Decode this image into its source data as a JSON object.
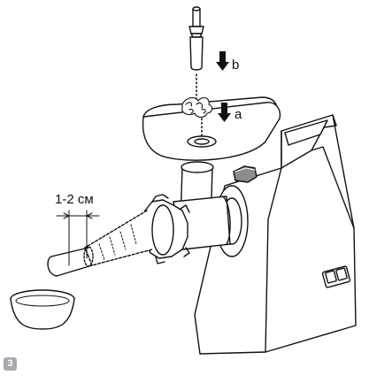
{
  "labels": {
    "arrow_a": "a",
    "arrow_b": "b",
    "sausage_length": "1-2 см"
  },
  "step_number": "3",
  "colors": {
    "line": "#111111",
    "fill": "#ffffff",
    "badge": "#a7a9ac",
    "knob": "#8c8c8c"
  },
  "icons": {
    "arrow_a": "down-arrow",
    "arrow_b": "down-arrow"
  }
}
